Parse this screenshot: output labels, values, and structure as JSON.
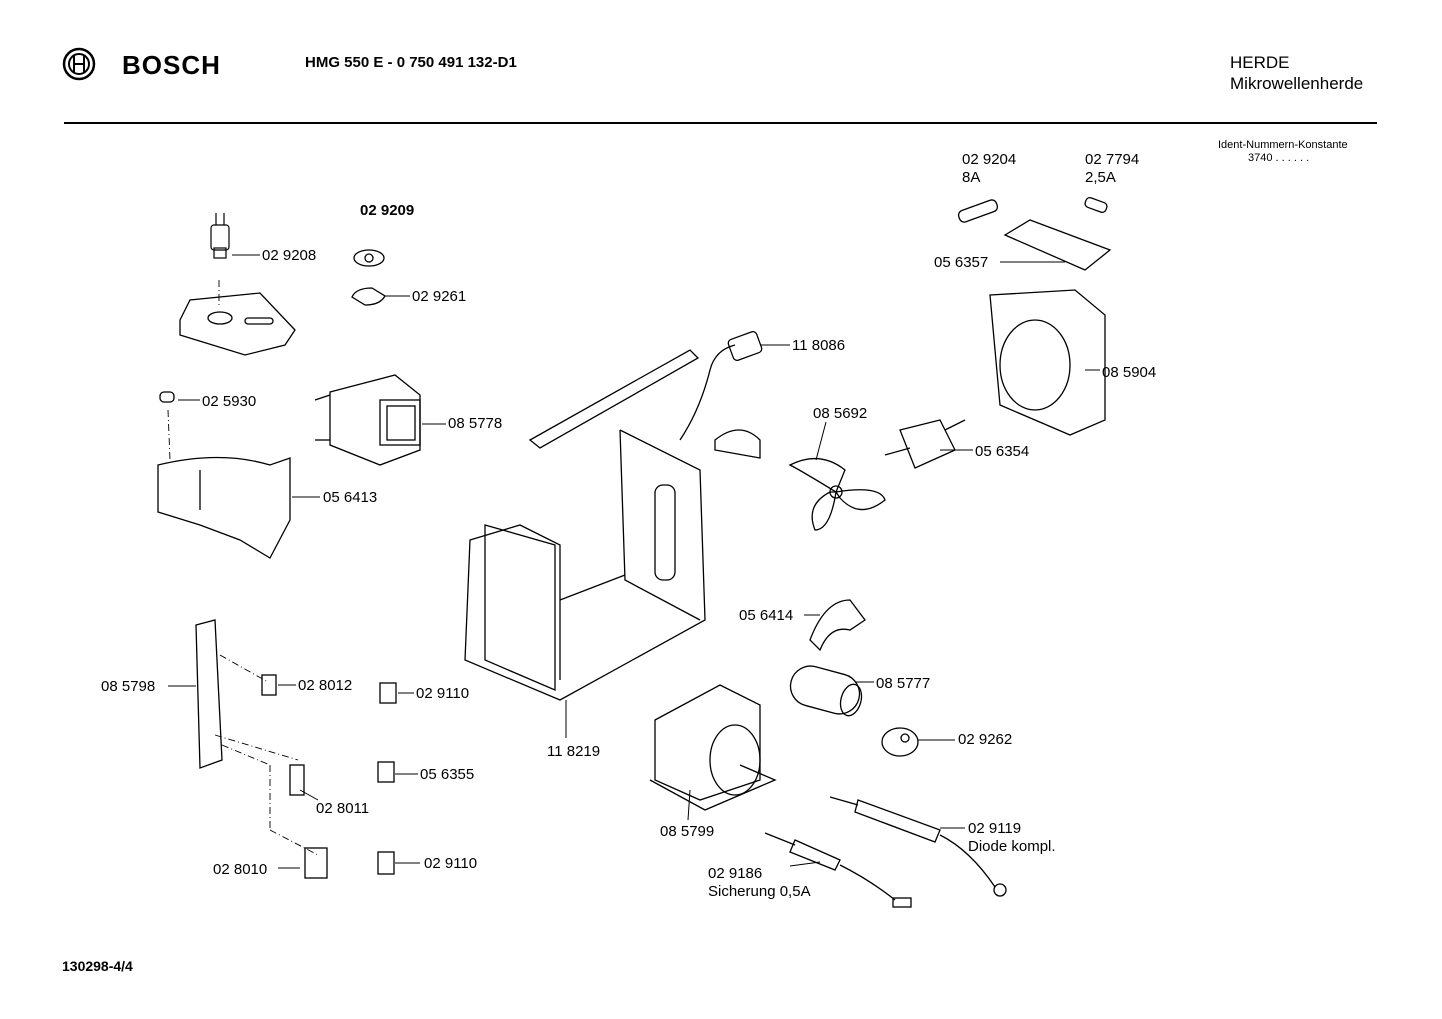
{
  "header": {
    "brand": "BOSCH",
    "model": "HMG 550 E - 0 750 491 132-D1",
    "category": "HERDE",
    "subcategory": "Mikrowellenherde",
    "ident_label": "Ident-Nummern-Konstante",
    "ident_value": "3740  . .   . . . ."
  },
  "footer": {
    "page_code": "130298-4/4"
  },
  "parts": {
    "p029208": "02 9208",
    "p029209": "02 9209",
    "p029261": "02 9261",
    "p025930": "02 5930",
    "p085778": "08 5778",
    "p056413": "05 6413",
    "p118086": "11 8086",
    "p029204": "02 9204",
    "p029204_rating": "8A",
    "p027794": "02 7794",
    "p027794_rating": "2,5A",
    "p056357": "05 6357",
    "p085904": "08 5904",
    "p085692": "08 5692",
    "p056354": "05 6354",
    "p056414": "05 6414",
    "p085777": "08 5777",
    "p029262": "02 9262",
    "p085798": "08 5798",
    "p028012": "02 8012",
    "p029110a": "02 9110",
    "p118219": "11 8219",
    "p056355": "05 6355",
    "p028011": "02 8011",
    "p028010": "02 8010",
    "p029110b": "02 9110",
    "p085799": "08 5799",
    "p029119": "02 9119",
    "p029119_desc": "Diode kompl.",
    "p029186": "02 9186",
    "p029186_desc": "Sicherung 0,5A"
  }
}
